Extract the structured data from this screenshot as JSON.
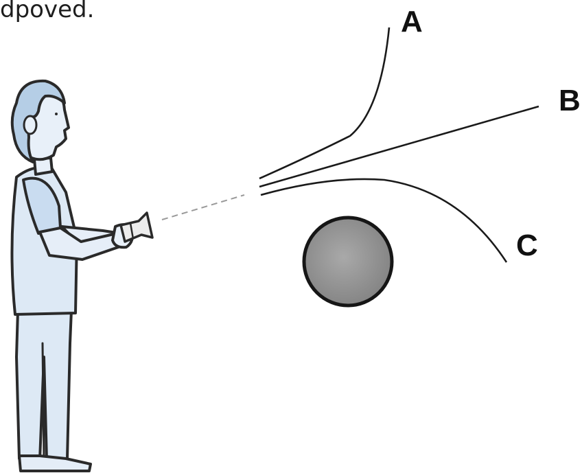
{
  "caption": "dpoved.",
  "paths": [
    {
      "label": "A",
      "color": "#1a1a1a"
    },
    {
      "label": "B",
      "color": "#1a1a1a"
    },
    {
      "label": "C",
      "color": "#1a1a1a"
    }
  ],
  "figure": {
    "shirt_color": "#dde9f5",
    "hair_color": "#b5cee6",
    "outline_color": "#2a2a2a",
    "ball_color": "#8f8f8f",
    "beam_color": "#9a9a9a"
  }
}
